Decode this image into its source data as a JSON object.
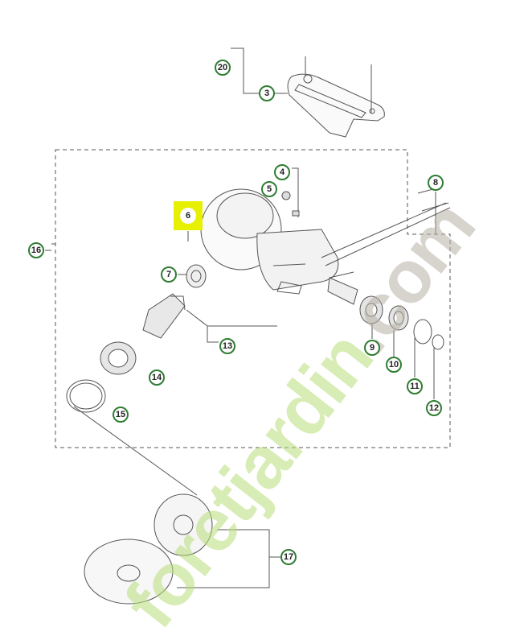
{
  "diagram": {
    "highlighted_part": "6",
    "highlight_color": "#e6f000",
    "callout_color": "#2f7d32",
    "callouts": [
      "20",
      "3",
      "4",
      "5",
      "6",
      "7",
      "8",
      "16",
      "13",
      "14",
      "15",
      "9",
      "10",
      "11",
      "12",
      "17"
    ]
  },
  "watermark": {
    "main": "foretjardin",
    "suffix": ".com",
    "main_color": "#b9de7a",
    "suffix_color": "#b8b0a6"
  }
}
